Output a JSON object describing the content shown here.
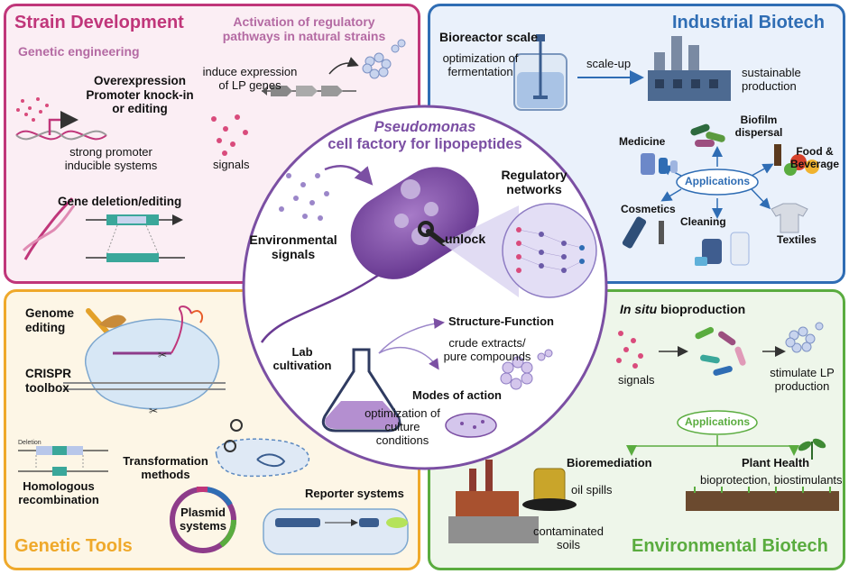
{
  "strain": {
    "title": "Strain Development",
    "genetic_engineering": "Genetic engineering",
    "activation_l1": "Activation of regulatory",
    "activation_l2": "pathways in natural strains",
    "overexp_l1": "Overexpression",
    "overexp_l2": "Promoter knock-in",
    "overexp_l3": "or editing",
    "induce_l1": "induce expression",
    "induce_l2": "of LP genes",
    "promoter_l1": "strong promoter",
    "promoter_l2": "inducible systems",
    "signals": "signals",
    "gene_deletion": "Gene deletion/editing"
  },
  "industrial": {
    "title": "Industrial Biotech",
    "bioreactor": "Bioreactor scale",
    "optim_l1": "optimization of",
    "optim_l2": "fermentation",
    "scaleup": "scale-up",
    "sustain_l1": "sustainable",
    "sustain_l2": "production",
    "biofilm_l1": "Biofilm",
    "biofilm_l2": "dispersal",
    "medicine": "Medicine",
    "food_l1": "Food &",
    "food_l2": "Beverage",
    "applications": "Applications",
    "cosmetics": "Cosmetics",
    "cleaning": "Cleaning",
    "textiles": "Textiles"
  },
  "center": {
    "title_l1": "Pseudomonas",
    "title_l2": "cell factory for lipopeptides",
    "regulatory_l1": "Regulatory",
    "regulatory_l2": "networks",
    "env_l1": "Environmental",
    "env_l2": "signals",
    "unlock": "unlock",
    "lab_l1": "Lab",
    "lab_l2": "cultivation",
    "structure": "Structure-Function",
    "crude_l1": "crude extracts/",
    "crude_l2": "pure compounds",
    "modes": "Modes of action",
    "optim_l1": "optimization of",
    "optim_l2": "culture",
    "optim_l3": "conditions"
  },
  "tools": {
    "title": "Genetic Tools",
    "genome_l1": "Genome",
    "genome_l2": "editing",
    "crispr_l1": "CRISPR",
    "crispr_l2": "toolbox",
    "deletion": "Deletion",
    "homol_l1": "Homologous",
    "homol_l2": "recombination",
    "transf_l1": "Transformation",
    "transf_l2": "methods",
    "plasmid_l1": "Plasmid",
    "plasmid_l2": "systems",
    "reporter": "Reporter systems"
  },
  "environmental": {
    "title": "Environmental Biotech",
    "insitu_italic": "In situ",
    "insitu_rest": " bioproduction",
    "signals": "signals",
    "stim_l1": "stimulate LP",
    "stim_l2": "production",
    "applications": "Applications",
    "bioremediation": "Bioremediation",
    "oil": "oil spills",
    "plant": "Plant Health",
    "plant_sub": "bioprotection, biostimulants",
    "soil_l1": "contaminated",
    "soil_l2": "soils"
  },
  "colors": {
    "strain": "#c0367a",
    "industrial": "#2f6db4",
    "tools": "#efa92b",
    "environmental": "#5aac3f",
    "center": "#7b4fa3"
  }
}
